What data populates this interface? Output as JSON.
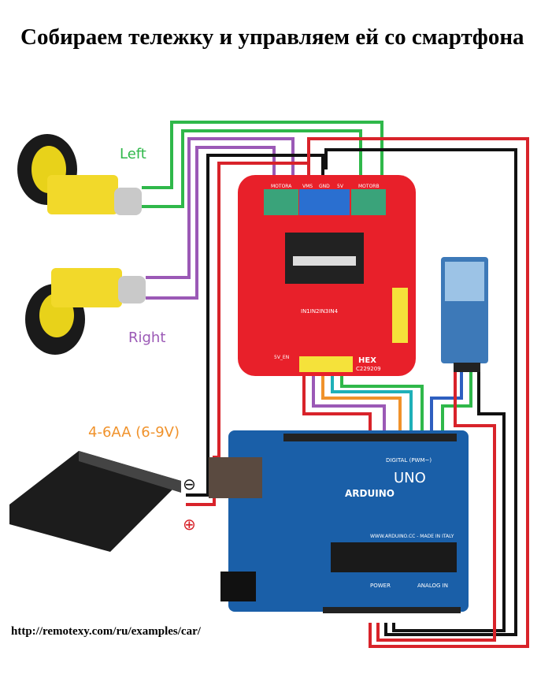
{
  "title": "Собираем тележку и управляем ей со смартфона",
  "labels": {
    "left_motor": "Left",
    "right_motor": "Right",
    "battery": "4-6AA (6-9V)",
    "minus": "⊖",
    "plus": "⊕"
  },
  "driver": {
    "motora": "MOTORA",
    "vms": "VMS",
    "gnd": "GND",
    "v5": "5V",
    "motorb": "MOTORB",
    "inputs": "IN1IN2IN3IN4",
    "brand": "HEX",
    "model": "C229209",
    "en": "5V_EN"
  },
  "arduino": {
    "logo": "ARDUINO",
    "model": "UNO",
    "digital": "DIGITAL (PWM~)",
    "power": "POWER",
    "analog": "ANALOG IN",
    "web": "WWW.ARDUINO.CC - MADE IN ITALY"
  },
  "url": "http://remotexy.com/ru/examples/car/",
  "colors": {
    "green": "#2fb84a",
    "purple": "#9b59b6",
    "red": "#d8232a",
    "black": "#111111",
    "orange": "#f0922b",
    "blue": "#2e86de",
    "teal": "#1fb0b8",
    "board_red": "#e8202a",
    "board_blue": "#1a5fa8"
  }
}
